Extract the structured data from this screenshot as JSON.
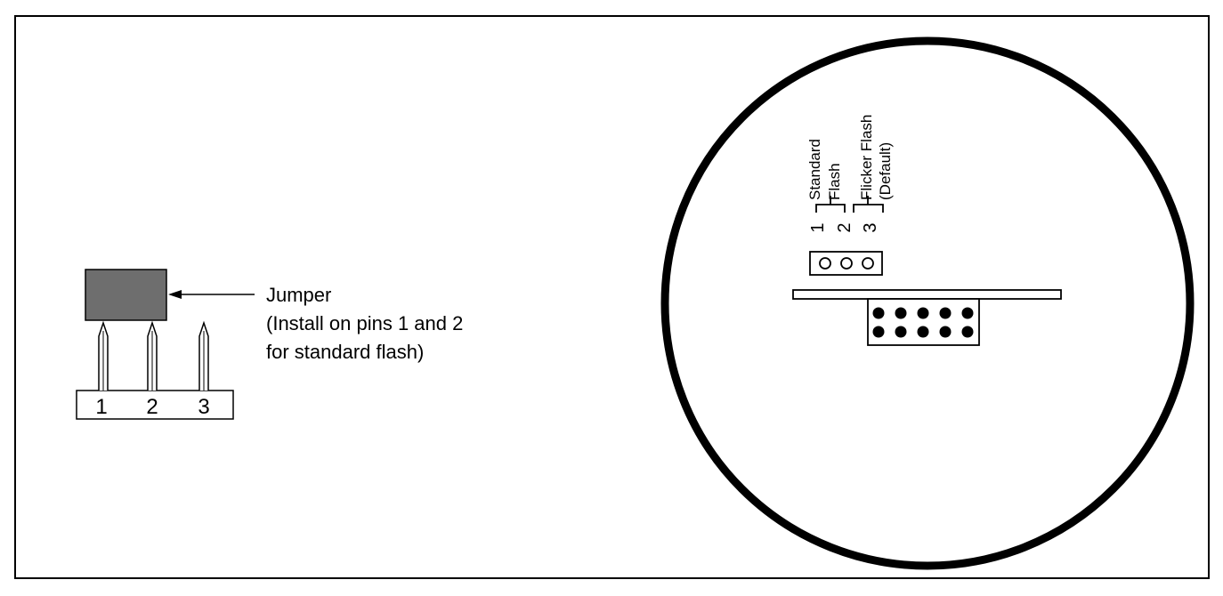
{
  "left_detail": {
    "pins": [
      "1",
      "2",
      "3"
    ],
    "jumper_label": "Jumper",
    "jumper_note_line1": "(Install on pins 1 and 2",
    "jumper_note_line2": "for standard flash)"
  },
  "board": {
    "header_pins": [
      "1",
      "2",
      "3"
    ],
    "option_standard_line1": "Standard",
    "option_standard_line2": "Flash",
    "option_flicker_line1": "Flicker Flash",
    "option_flicker_line2": "(Default)"
  },
  "colors": {
    "jumper_fill": "#6e6e6e",
    "line": "#000000",
    "background": "#ffffff"
  }
}
